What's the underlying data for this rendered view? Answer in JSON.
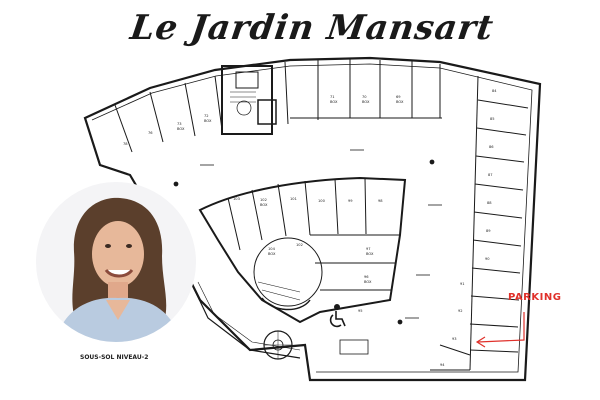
{
  "title": "Le Jardin Mansart",
  "level_caption": "SOUS-SOL NIVEAU-2",
  "parking_label": "PARKING",
  "colors": {
    "ink": "#1a1a1a",
    "accent": "#e0312b",
    "shirt": "#b9cbe0",
    "hair": "#5b3f2c",
    "skin": "#e7b89a"
  },
  "icons": [
    "wheelchair-icon",
    "parking-arrow-icon"
  ],
  "spots": {
    "top_row": [
      {
        "num": "69",
        "tag": "BOX"
      },
      {
        "num": "70",
        "tag": "BOX"
      },
      {
        "num": "71",
        "tag": "BOX"
      },
      {
        "num": "72",
        "tag": "BOX"
      },
      {
        "num": "73",
        "tag": "BOX"
      },
      {
        "num": "76",
        "tag": ""
      },
      {
        "num": "78",
        "tag": ""
      }
    ],
    "right_col": [
      "84",
      "85",
      "86",
      "87",
      "88",
      "89",
      "90",
      "91",
      "92",
      "93",
      "94"
    ],
    "inner_row": [
      {
        "num": "103",
        "tag": ""
      },
      {
        "num": "102",
        "tag": "BOX"
      },
      {
        "num": "101",
        "tag": ""
      },
      {
        "num": "100",
        "tag": ""
      },
      {
        "num": "99",
        "tag": ""
      },
      {
        "num": "98",
        "tag": ""
      }
    ],
    "center": [
      {
        "num": "104",
        "tag": "BOX"
      },
      {
        "num": "102",
        "tag": ""
      },
      {
        "num": "97",
        "tag": "BOX"
      },
      {
        "num": "96",
        "tag": "BOX"
      },
      {
        "num": "95",
        "tag": ""
      }
    ]
  }
}
